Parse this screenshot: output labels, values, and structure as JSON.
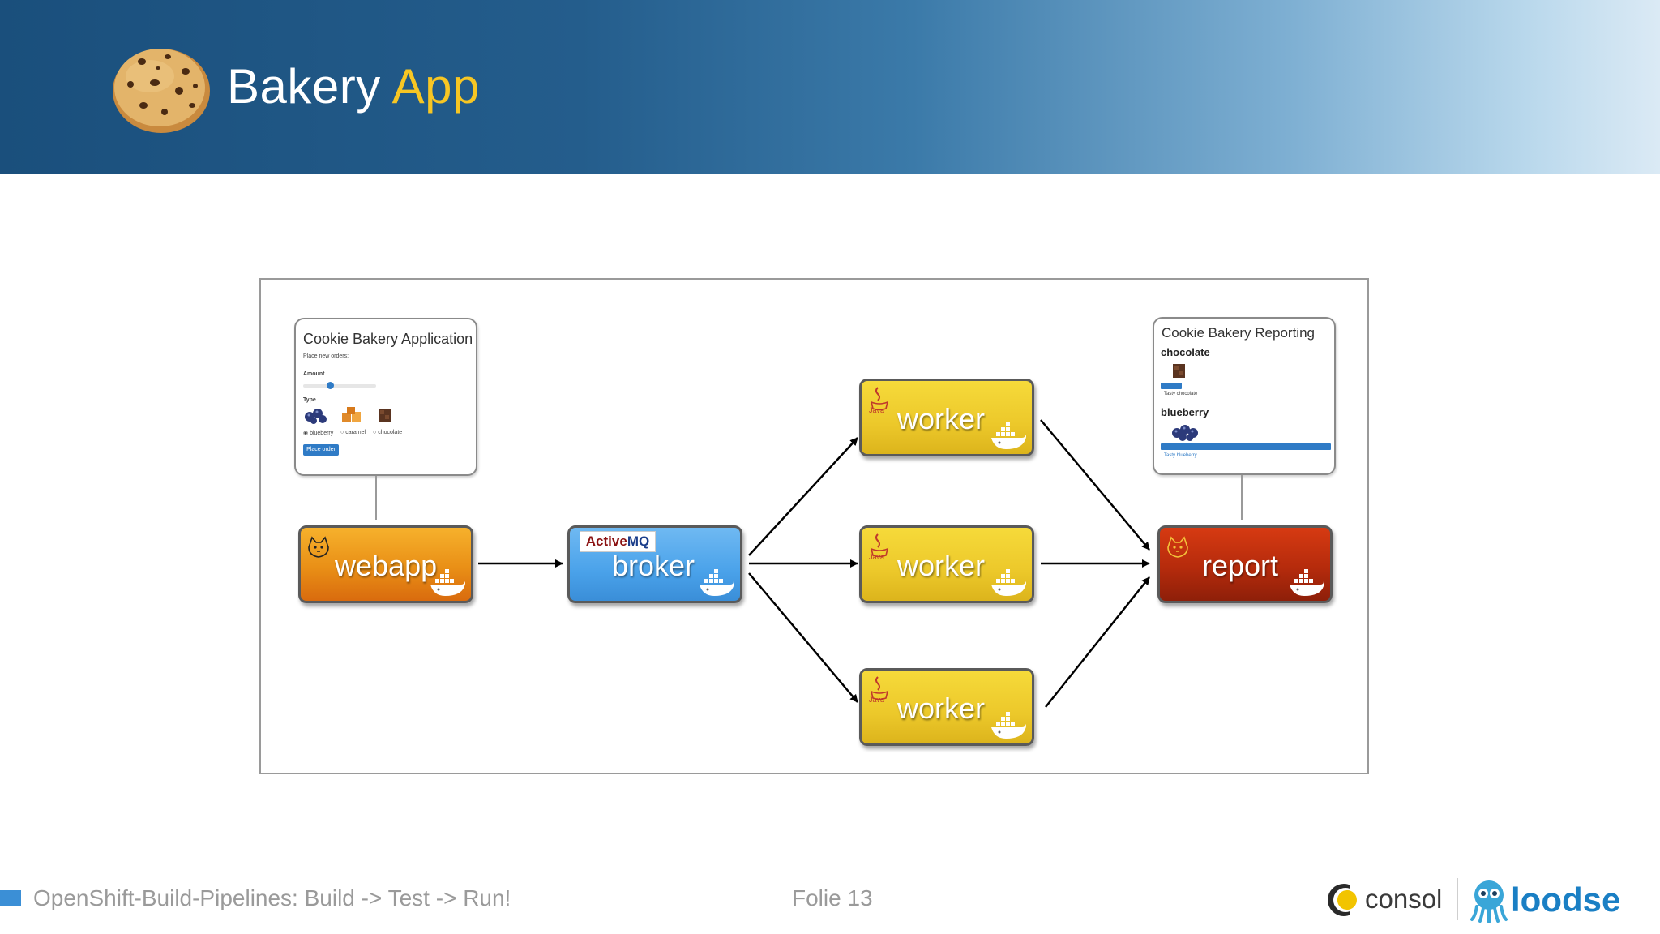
{
  "header": {
    "title_part1": "Bakery",
    "title_part2": "App"
  },
  "diagram": {
    "nodes": {
      "webapp": "webapp",
      "broker": "broker",
      "broker_badge_1": "Active",
      "broker_badge_2": "MQ",
      "worker": "worker",
      "report": "report"
    },
    "app_card": {
      "title": "Cookie Bakery Application",
      "subtitle": "Place new orders:",
      "amount_label": "Amount",
      "type_label": "Type",
      "options": [
        "blueberry",
        "caramel",
        "chocolate"
      ],
      "button": "Place order"
    },
    "report_card": {
      "title": "Cookie Bakery Reporting",
      "section1": "chocolate",
      "section1_note": "Tasty chocolate",
      "section2": "blueberry",
      "section2_note": "Tasty blueberry"
    }
  },
  "footer": {
    "text": "OpenShift-Build-Pipelines: Build -> Test -> Run!",
    "page": "Folie 13",
    "logo1": "consol",
    "logo2": "loodse"
  },
  "colors": {
    "title_accent": "#f7c623",
    "webapp": "#e98f16",
    "broker": "#4aa2ea",
    "worker": "#ecc82a",
    "report": "#b52b0c",
    "footer_mark": "#3b8fd6"
  }
}
